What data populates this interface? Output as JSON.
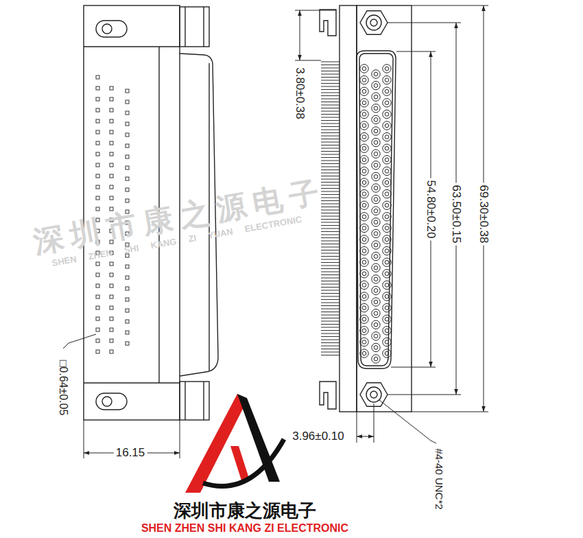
{
  "diagram": {
    "labels": [
      "3.80±0.38",
      "69.30±0.38",
      "63.50±0.15",
      "54.80±0.20",
      "3.96±0.10",
      "□0.64±0.05",
      "16.15",
      "#4-40 UNC*2",
      "深圳市康之源电子",
      "SHEN ZHEN SHI KANG ZI YUAN ELECTRONIC",
      "深圳市康之源电子",
      "SHEN ZHEN SHI KANG ZI ELECTRONIC"
    ]
  }
}
